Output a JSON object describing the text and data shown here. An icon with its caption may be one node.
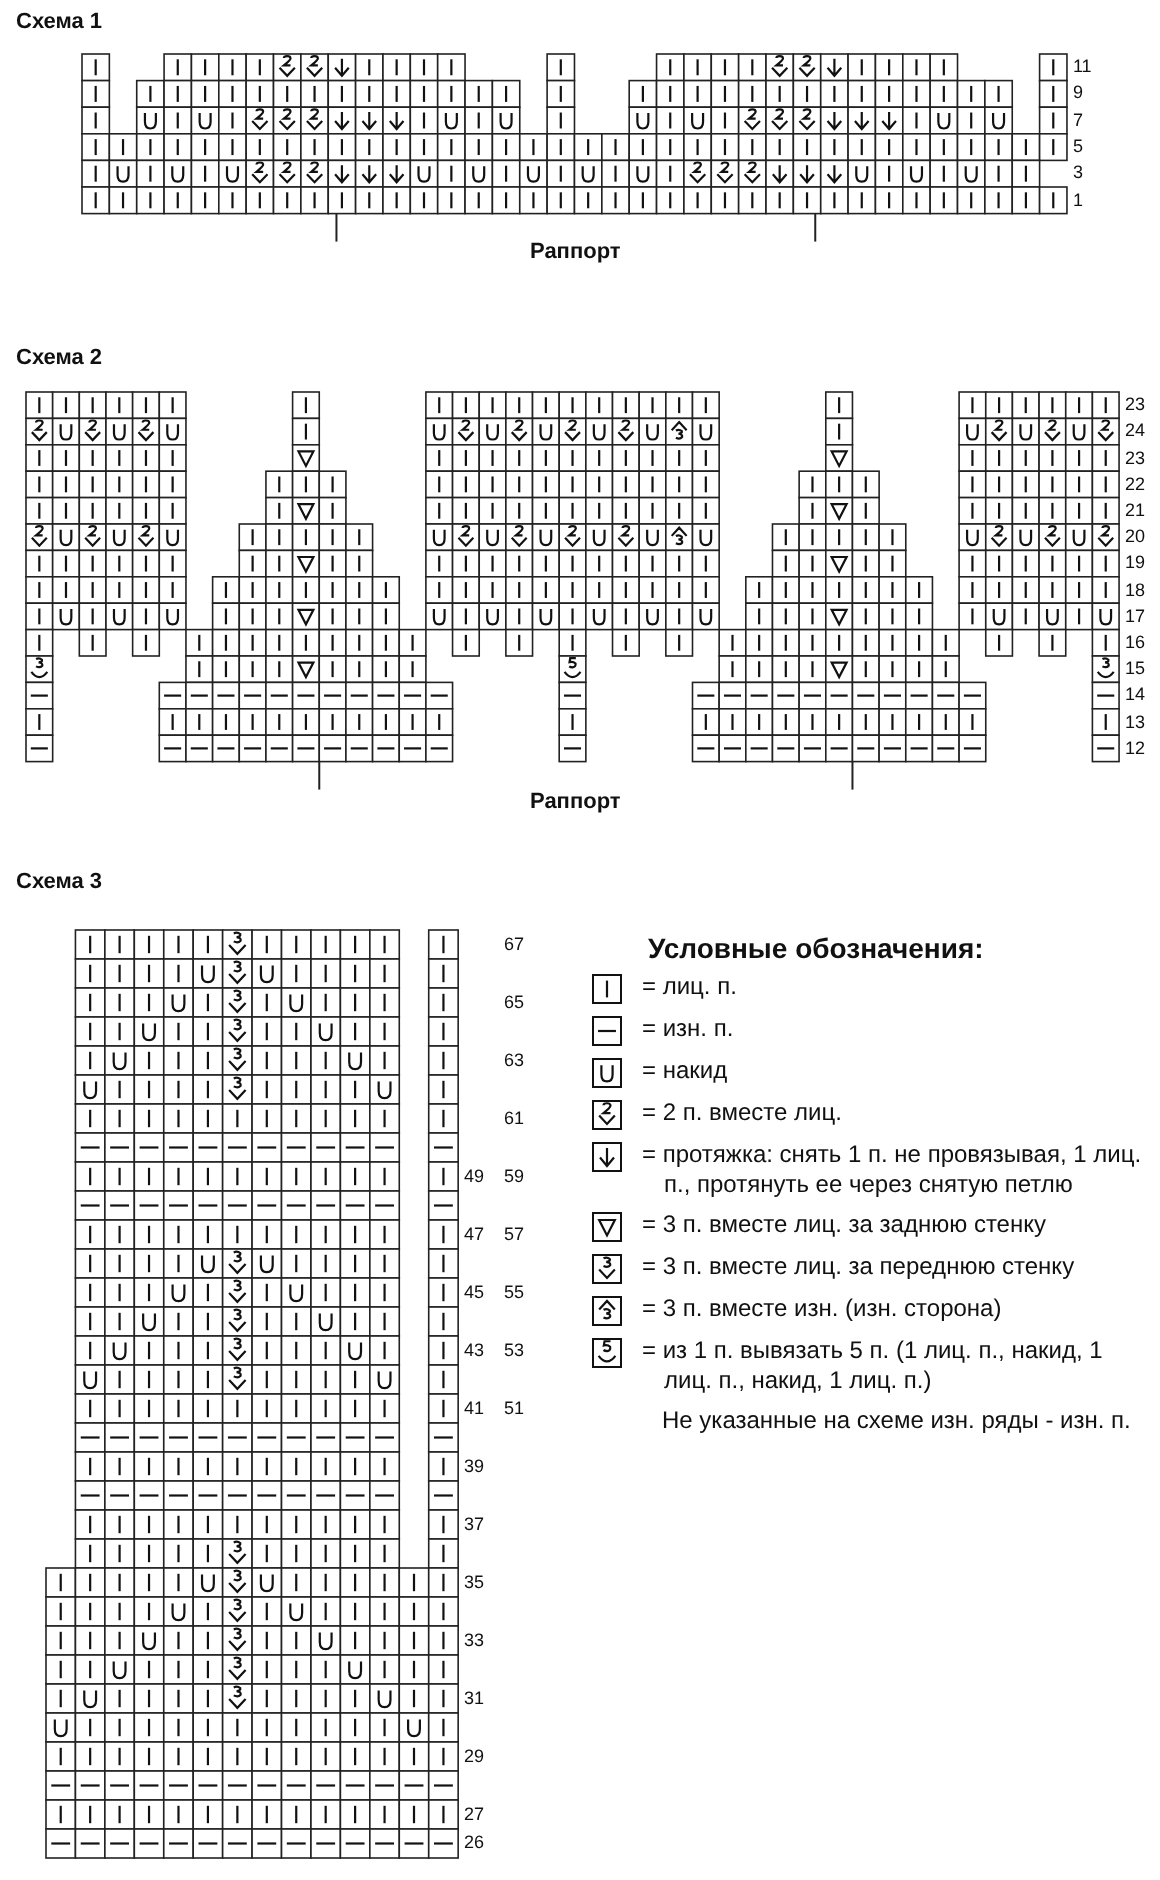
{
  "diagram": {
    "labels": [
      "Схема 1",
      "11",
      "9",
      "7",
      "5",
      "3",
      "1",
      "Раппорт",
      "Схема 2",
      "23",
      "24",
      "23",
      "22",
      "21",
      "20",
      "19",
      "18",
      "17",
      "16",
      "15",
      "14",
      "13",
      "12",
      "Раппорт",
      "Схема 3",
      "67",
      "65",
      "63",
      "61",
      "49",
      "59",
      "47",
      "57",
      "45",
      "55",
      "43",
      "53",
      "41",
      "51",
      "39",
      "37",
      "35",
      "33",
      "31",
      "29",
      "27",
      "26",
      "Условные обозначения:",
      "Не указанные на схеме изн. ряды - изн. п."
    ],
    "legend": [
      {
        "text": "= лиц. п."
      },
      {
        "text": "= изн. п."
      },
      {
        "text": "= накид"
      },
      {
        "text": "= 2 п. вместе лиц."
      },
      {
        "text": "= протяжка: снять 1 п. не провязывая, 1 лиц. п., протянуть ее через снятую петлю"
      },
      {
        "text": "= 3 п. вместе лиц. за заднюю стенку"
      },
      {
        "text": "= 3 п. вместе лиц. за переднюю стенку"
      },
      {
        "text": "= 3 п. вместе изн. (изн. сторона)"
      },
      {
        "text": "= из 1 п. вывязать 5 п. (1 лиц. п., накид, 1 лиц. п., накид, 1 лиц. п.)"
      }
    ]
  }
}
